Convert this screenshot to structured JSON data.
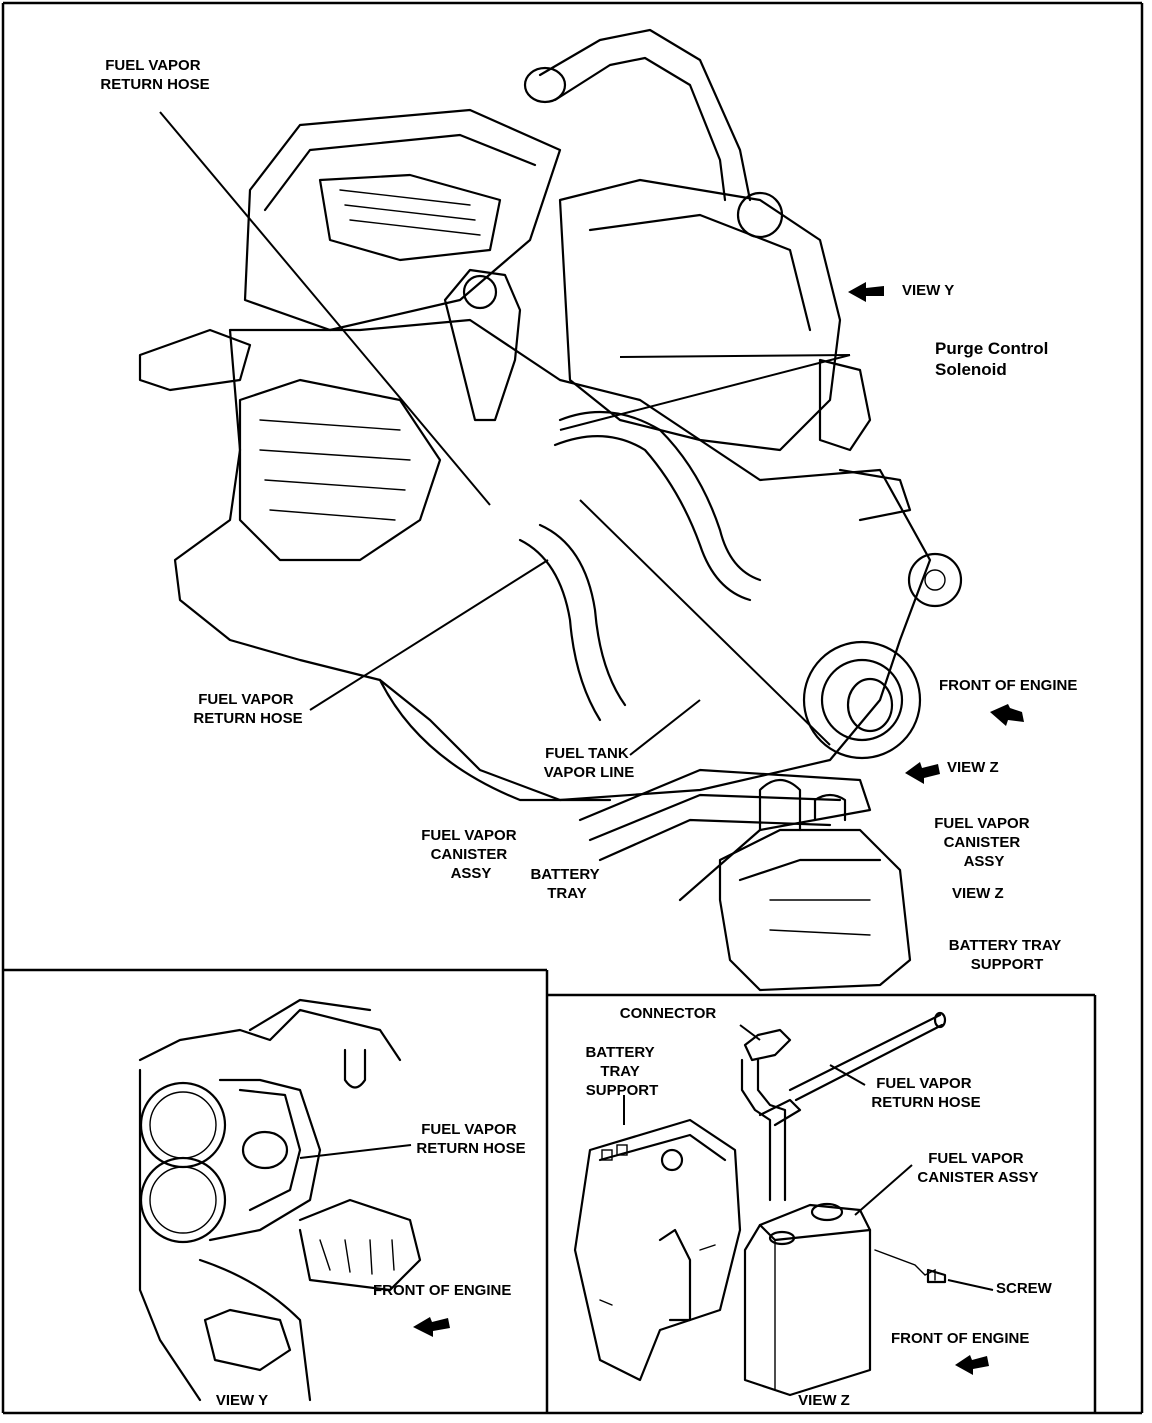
{
  "main_view": {
    "labels": {
      "fuel_vapor_return_hose_top": [
        "FUEL VAPOR",
        "RETURN HOSE"
      ],
      "view_y_arrow": "VIEW Y",
      "purge_control_solenoid": [
        "Purge Control",
        "Solenoid"
      ],
      "front_of_engine": "FRONT OF ENGINE",
      "fuel_vapor_return_hose_mid": [
        "FUEL VAPOR",
        "RETURN HOSE"
      ],
      "fuel_tank_vapor_line": [
        "FUEL TANK",
        "VAPOR LINE"
      ],
      "view_z_arrow": "VIEW Z",
      "fuel_vapor_canister_assy_left": [
        "FUEL VAPOR",
        "CANISTER",
        "ASSY"
      ],
      "battery_tray": [
        "BATTERY",
        "TRAY"
      ],
      "fuel_vapor_canister_assy_right": [
        "FUEL VAPOR",
        "CANISTER",
        "ASSY"
      ],
      "view_z_label": "VIEW Z",
      "battery_tray_support": [
        "BATTERY TRAY",
        "SUPPORT"
      ]
    }
  },
  "view_y_inset": {
    "labels": {
      "fuel_vapor_return_hose": [
        "FUEL VAPOR",
        "RETURN HOSE"
      ],
      "front_of_engine": "FRONT OF ENGINE",
      "caption": "VIEW Y"
    }
  },
  "view_z_inset": {
    "labels": {
      "connector": "CONNECTOR",
      "battery_tray_support": [
        "BATTERY",
        "TRAY",
        "SUPPORT"
      ],
      "fuel_vapor_return_hose": [
        "FUEL VAPOR",
        "RETURN HOSE"
      ],
      "fuel_vapor_canister_assy": [
        "FUEL VAPOR",
        "CANISTER ASSY"
      ],
      "screw": "SCREW",
      "front_of_engine": "FRONT OF ENGINE",
      "caption": "VIEW Z"
    }
  }
}
